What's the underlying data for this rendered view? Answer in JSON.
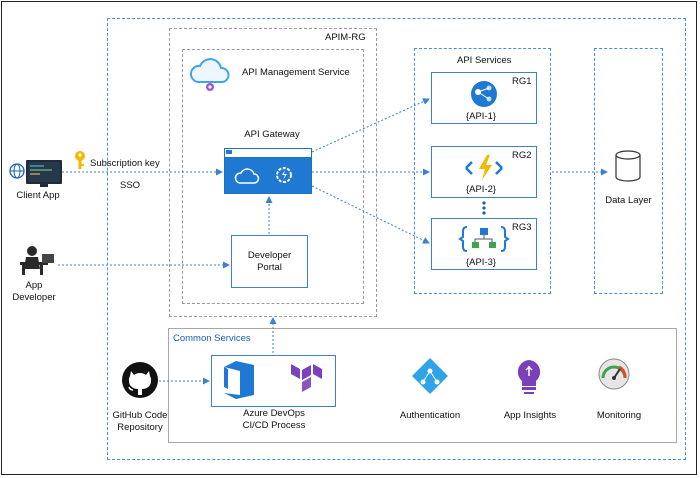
{
  "labels": {
    "client_app": "Client App",
    "subscription_key": "Subscription key",
    "sso": "SSO",
    "app_developer_line1": "App",
    "app_developer_line2": "Developer",
    "apim_rg": "APIM-RG",
    "api_management_service": "API Management Service",
    "api_gateway": "API Gateway",
    "developer_portal_line1": "Developer",
    "developer_portal_line2": "Portal",
    "api_services": "API Services",
    "rg1": "RG1",
    "rg2": "RG2",
    "rg3": "RG3",
    "api1": "{API-1}",
    "api2": "{API-2}",
    "api3": "{API-3}",
    "data_layer": "Data Layer",
    "common_services": "Common Services",
    "github_line1": "GitHub Code",
    "github_line2": "Repository",
    "devops_line1": "Azure DevOps",
    "devops_line2": "CI/CD Process",
    "authentication": "Authentication",
    "app_insights": "App Insights",
    "monitoring": "Monitoring"
  },
  "colors": {
    "azure_blue": "#1a73c8",
    "dashed_border": "#4a8fd3",
    "terraform_purple": "#7b42bc",
    "function_yellow": "#f5b800"
  }
}
